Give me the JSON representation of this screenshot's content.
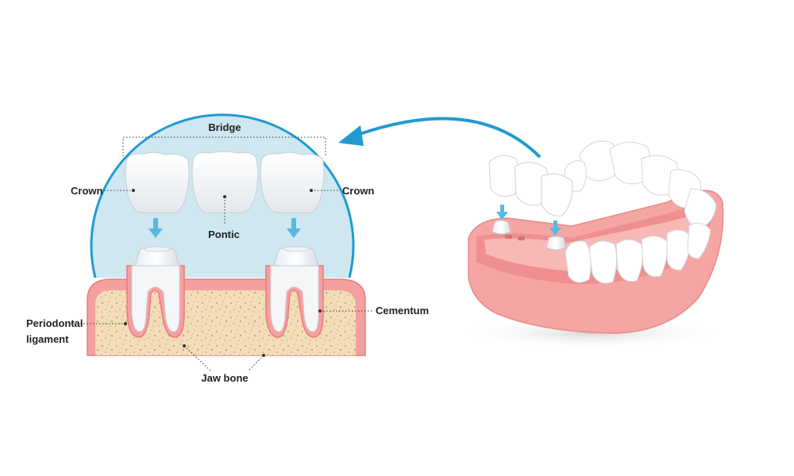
{
  "labels": {
    "bridge": "Bridge",
    "crown_left": "Crown",
    "crown_right": "Crown",
    "pontic": "Pontic",
    "periodontal_line1": "Periodontal",
    "periodontal_line2": "ligament",
    "cementum": "Cementum",
    "jaw_bone": "Jaw bone"
  },
  "colors": {
    "magnifier_fill": "#cfe7f1",
    "magnifier_stroke": "#1f9bd1",
    "arrow": "#1f9bd1",
    "placement_arrow": "#58b9e0",
    "gum": "#f5a0a0",
    "gum_dark": "#e97a7c",
    "bone": "#f2ddb8",
    "bone_speckle": "#c9a57a",
    "tooth": "#ffffff",
    "tooth_shade": "#d9dee3"
  },
  "icons": [
    "bridge-crown-shape",
    "pontic-shape",
    "abutment-tooth-shape",
    "down-arrow-icon",
    "curved-arrow-icon",
    "lower-jaw-model"
  ]
}
